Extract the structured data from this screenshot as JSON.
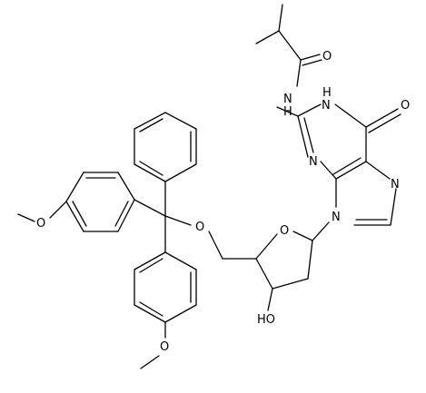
{
  "molecule": {
    "labels": {
      "carbonyl_o": "O",
      "amide_n": "N",
      "amide_h": "H",
      "ring_n1": "N",
      "ring_h1": "H",
      "ring_o6": "O",
      "ring_n3": "N",
      "ring_n7": "N",
      "ring_n9": "N",
      "sugar_o": "O",
      "hydroxyl": "HO",
      "ether_o": "O",
      "methoxy_top": "O",
      "methoxy_bottom": "O"
    }
  }
}
